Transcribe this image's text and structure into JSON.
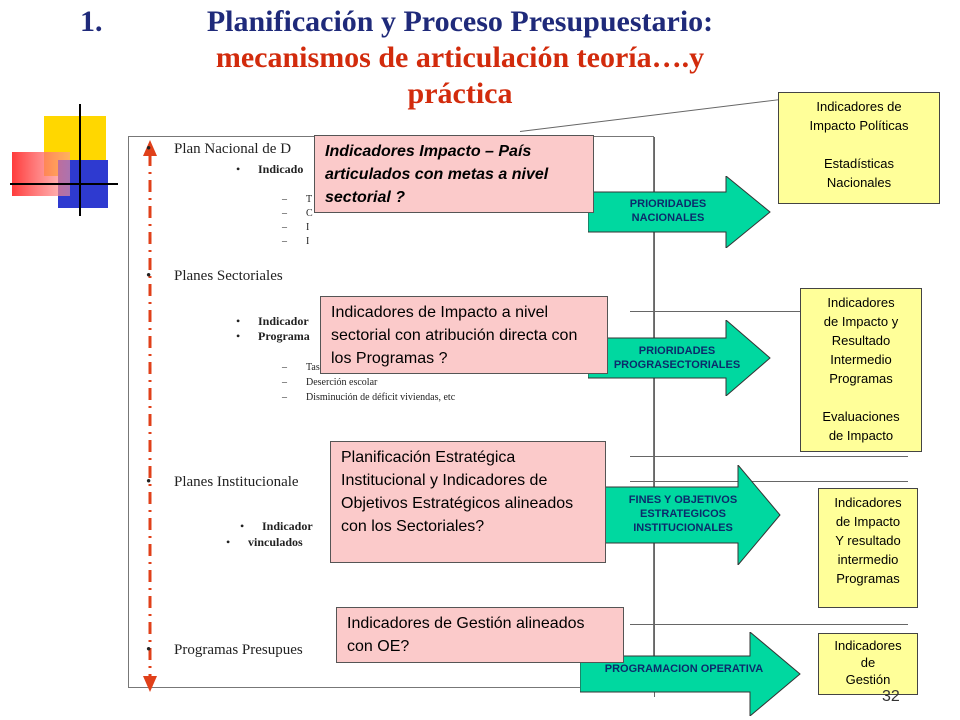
{
  "title": {
    "number": "1.",
    "line1": "Planificación y Proceso Presupuestario:",
    "line2": "mecanismos de articulación teoría….y",
    "line3": "práctica"
  },
  "outline": {
    "plan_nacional": "Plan Nacional de D",
    "plan_nacional_sub": "Indicado",
    "plan_nacional_items": [
      "T",
      "C",
      "I",
      "I"
    ],
    "planes_sectoriales": "Planes Sectoriales",
    "planes_sectoriales_sub1": "Indicador",
    "planes_sectoriales_sub2": "Programa",
    "planes_sectoriales_items": [
      "Tas",
      "Deserción escolar",
      "Disminución de déficit viviendas, etc"
    ],
    "planes_institucionales": "Planes Institucionale",
    "planes_institucionales_sub1": "Indicador",
    "planes_institucionales_sub2": "vinculados",
    "programas": "Programas Presupues"
  },
  "arrows": [
    {
      "label": "PRIORIDADES NACIONALES"
    },
    {
      "label": "PRIORIDADES PROGRASECTORIALES"
    },
    {
      "label": "FINES Y OBJETIVOS ESTRATEGICOS INSTITUCIONALES"
    },
    {
      "label": "PROGRAMACION OPERATIVA"
    }
  ],
  "pink_boxes": [
    {
      "text": "Indicadores Impacto – País articulados con metas a nivel sectorial ?"
    },
    {
      "text": "Indicadores de Impacto a nivel sectorial con atribución directa con los Programas ?"
    },
    {
      "text": "Planificación Estratégica Institucional y Indicadores de Objetivos Estratégicos alineados con los Sectoriales?"
    },
    {
      "text": "Indicadores de Gestión alineados con OE?"
    }
  ],
  "yellow_boxes": [
    {
      "lines": [
        "Indicadores de",
        "Impacto  Políticas",
        "",
        "Estadísticas",
        "Nacionales"
      ]
    },
    {
      "lines": [
        "Indicadores",
        "de Impacto y",
        "Resultado",
        "Intermedio",
        "Programas",
        "",
        "Evaluaciones",
        "de Impacto"
      ]
    },
    {
      "lines": [
        "Indicadores",
        "de Impacto",
        "Y resultado",
        "intermedio",
        "Programas"
      ]
    },
    {
      "lines": [
        "Indicadores",
        "de",
        "Gestión"
      ]
    }
  ],
  "page_number": "32",
  "colors": {
    "title_blue": "#1f2a7a",
    "title_red": "#d22b0c",
    "arrow_fill": "#00d8a0",
    "pink_box": "#fbcaca",
    "yellow_box": "#ffff99",
    "dashed_arrow": "#e0401a"
  }
}
